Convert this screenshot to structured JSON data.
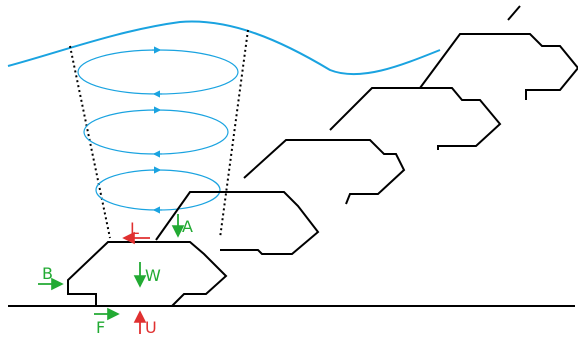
{
  "labels": {
    "B": "B",
    "F": "F",
    "U": "U",
    "W": "W",
    "L": "L",
    "A": "A"
  },
  "colors": {
    "wave": "#1aa3e0",
    "vortex": "#1aa3e0",
    "outline": "#000000",
    "green_force": "#22aa33",
    "red_force": "#e03030"
  }
}
